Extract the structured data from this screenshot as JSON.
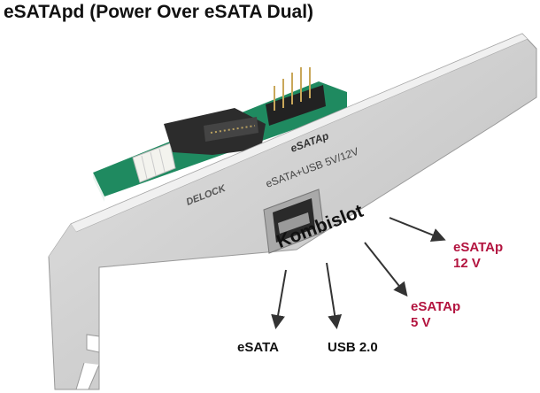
{
  "title": "eSATApd (Power Over eSATA Dual)",
  "product": {
    "brand_logo": "DELOCK",
    "bracket_label_top": "eSATAp",
    "bracket_label_bottom": "eSATA+USB 5V/12V"
  },
  "callouts": {
    "main": "Kombislot",
    "esata": "eSATA",
    "usb": "USB 2.0",
    "esatap5": {
      "line1": "eSATAp",
      "line2": "5 V"
    },
    "esatap12": {
      "line1": "eSATAp",
      "line2": "12 V"
    }
  },
  "colors": {
    "accent": "#b3143f",
    "text": "#111111",
    "board": "#1f8a60",
    "bracket": "#cfcfcf"
  }
}
